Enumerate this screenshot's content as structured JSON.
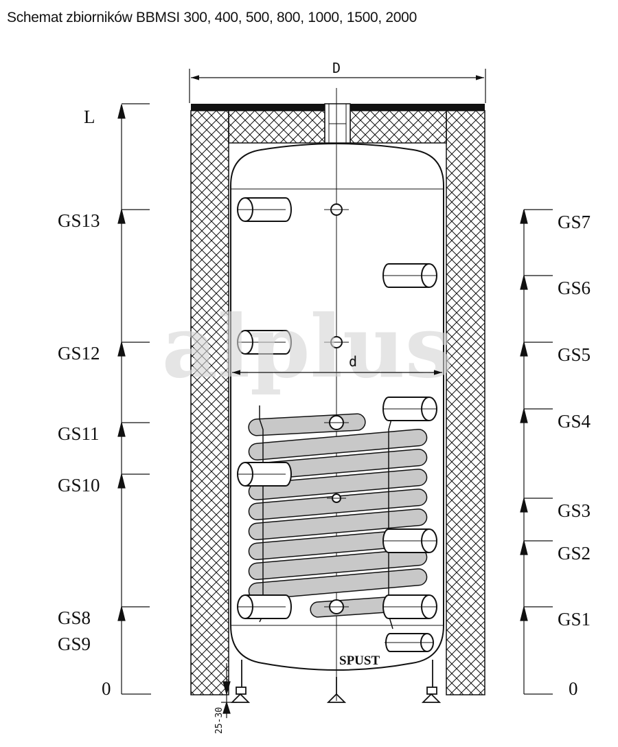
{
  "title": "Schemat zbiorników BBMSI 300, 400, 500, 800, 1000, 1500, 2000",
  "watermark": "alplus",
  "dimensions": {
    "outer_diameter": "D",
    "inner_diameter": "d",
    "height": "L",
    "zero_left": "0",
    "zero_right": "0",
    "foot_gap": "25-30"
  },
  "drain_label": "SPUST",
  "left_connections": [
    "GS13",
    "GS12",
    "GS11",
    "GS10",
    "GS8",
    "GS9"
  ],
  "right_connections": [
    "GS7",
    "GS6",
    "GS5",
    "GS4",
    "GS3",
    "GS2",
    "GS1"
  ],
  "colors": {
    "line": "#111111",
    "coil": "#c8c8c8",
    "watermark": "#d4d4d4"
  }
}
